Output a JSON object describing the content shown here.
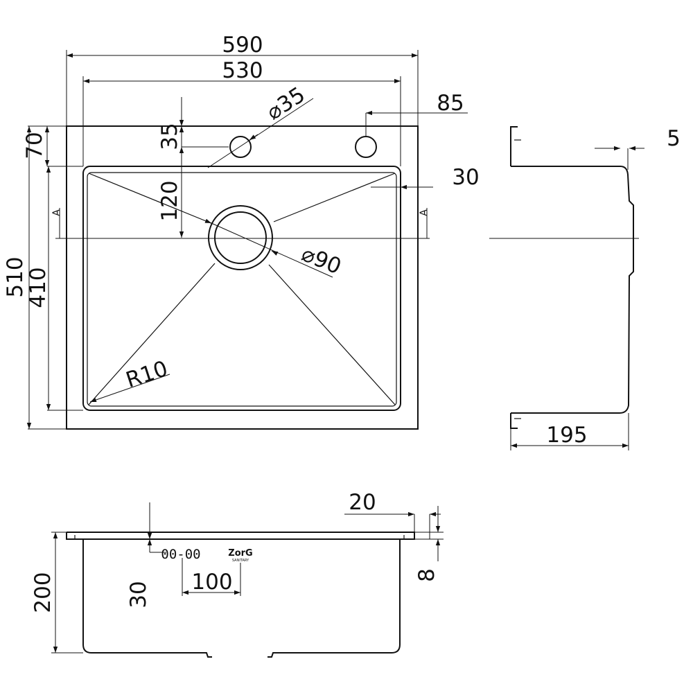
{
  "dimensions": {
    "overall_width": "590",
    "bowl_width": "530",
    "faucet_hole_diameter": "⌀35",
    "faucet_hole_offset": "85",
    "faucet_hole_from_edge": "35",
    "top_rim": "70",
    "edge_offset": "30",
    "rim_thickness": "5",
    "drain_offset": "120",
    "drain_diameter": "⌀90",
    "overall_depth": "510",
    "bowl_depth": "410",
    "corner_radius": "R10",
    "section_width": "195",
    "flange_width": "20",
    "flange_height": "8",
    "bowl_height": "200",
    "overflow_height": "30",
    "overflow_spacing": "100"
  },
  "section_marks": {
    "left": "A",
    "right": "A"
  },
  "overflow_label": "00-00",
  "brand": {
    "name": "ZorG",
    "tagline": "SANITARY"
  }
}
